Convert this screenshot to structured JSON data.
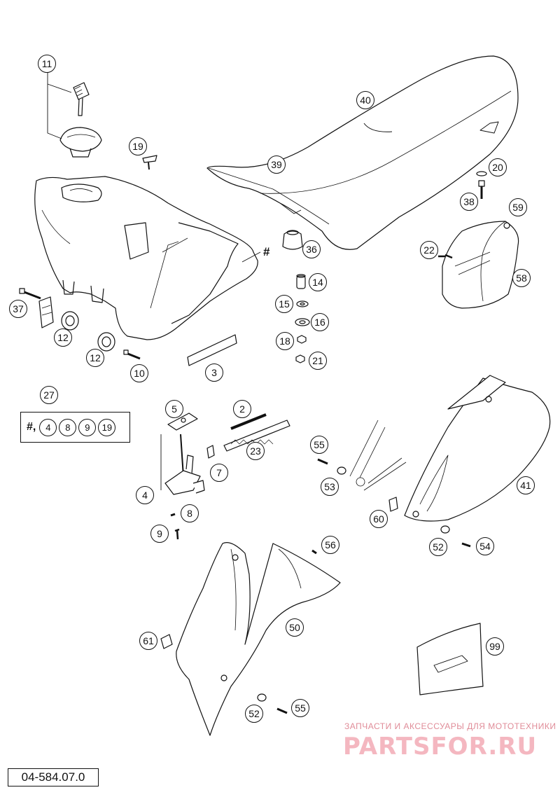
{
  "diagram": {
    "drawing_number": "04-584.07.0",
    "set_label": {
      "prefix": "#,",
      "items": [
        "4",
        "8",
        "9",
        "19"
      ]
    },
    "hash_marker": "#",
    "watermark": {
      "line1": "ЗАПЧАСТИ И АКСЕССУАРЫ ДЛЯ МОТОТЕХНИКИ",
      "line2": "PARTSFOR.RU"
    },
    "callouts": {
      "c11": "11",
      "c19": "19",
      "c40": "40",
      "c39": "39",
      "c20": "20",
      "c38": "38",
      "c59": "59",
      "c36": "36",
      "c22": "22",
      "c58": "58",
      "c14": "14",
      "c15": "15",
      "c16": "16",
      "c18": "18",
      "c21": "21",
      "c37": "37",
      "c12a": "12",
      "c12b": "12",
      "c10": "10",
      "c3": "3",
      "c27": "27",
      "c5": "5",
      "c2": "2",
      "c23": "23",
      "c7": "7",
      "c4": "4",
      "c8": "8",
      "c9": "9",
      "c55a": "55",
      "c53": "53",
      "c60": "60",
      "c41": "41",
      "c52a": "52",
      "c54": "54",
      "c56": "56",
      "c50": "50",
      "c61": "61",
      "c52b": "52",
      "c55b": "55",
      "c99": "99"
    }
  }
}
